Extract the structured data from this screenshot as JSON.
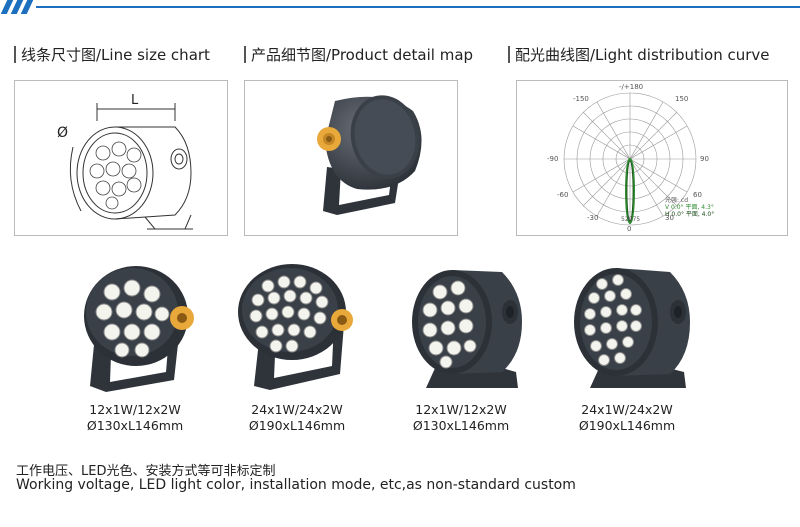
{
  "headings": {
    "line_size": "线条尺寸图/Line size chart",
    "product_detail": "产品细节图/Product detail map",
    "light_distribution": "配光曲线图/Light distribution curve"
  },
  "line_chart": {
    "length_label": "L",
    "diameter_label": "Ø"
  },
  "polar_chart": {
    "ticks": {
      "top": "-/+180",
      "upper_left": "-150",
      "upper_right": "150",
      "left_mid": "-90",
      "right_mid": "90",
      "lower_left": "-60",
      "lower_right": "60",
      "bottom_left": "-30",
      "bottom_right": "30",
      "bottom": "0",
      "center_value": "52075"
    },
    "legend": {
      "title": "光强: cd",
      "line1": "V 0.0° 平面, 4.3°",
      "line2": "H 0.0° 平面, 4.0°"
    }
  },
  "products": [
    {
      "spec": "12x1W/12x2W",
      "size": "Ø130xL146mm"
    },
    {
      "spec": "24x1W/24x2W",
      "size": "Ø190xL146mm"
    },
    {
      "spec": "12x1W/12x2W",
      "size": "Ø130xL146mm"
    },
    {
      "spec": "24x1W/24x2W",
      "size": "Ø190xL146mm"
    }
  ],
  "notes": {
    "chinese": "工作电压、LED光色、安装方式等可非标定制",
    "english": "Working voltage, LED light color, installation mode, etc,as non-standard custom"
  },
  "colors": {
    "accent": "#1c6fbf",
    "housing": "#3a4048",
    "knob": "#e8a83a",
    "polar_curve": "#2e8b2e"
  }
}
